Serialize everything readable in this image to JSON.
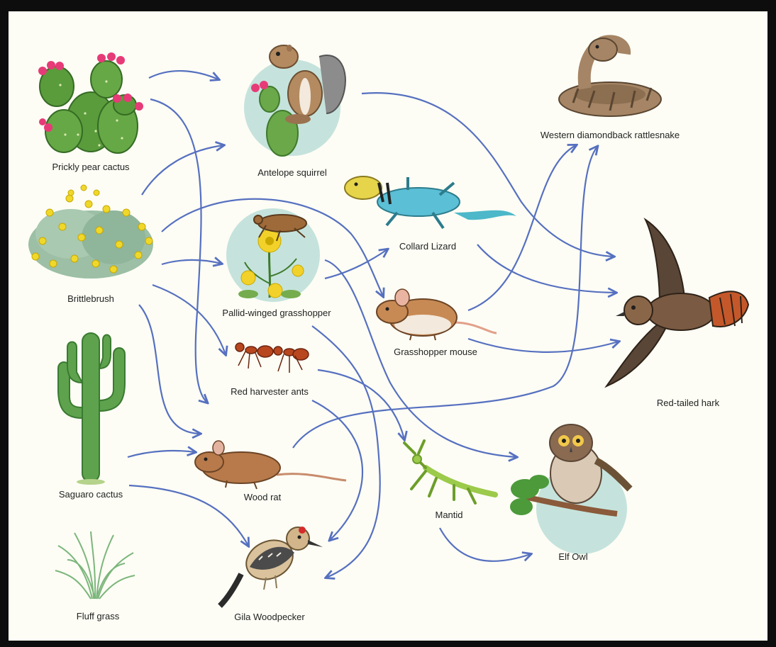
{
  "organisms": {
    "prickly_pear_cactus": "Prickly pear cactus",
    "brittlebrush": "Brittlebrush",
    "saguaro_cactus": "Saguaro cactus",
    "fluff_grass": "Fluff grass",
    "antelope_squirrel": "Antelope squirrel",
    "pallid_winged_grasshopper": "Pallid-winged grasshopper",
    "red_harvester_ants": "Red harvester ants",
    "wood_rat": "Wood rat",
    "gila_woodpecker": "Gila Woodpecker",
    "collard_lizard": "Collard Lizard",
    "grasshopper_mouse": "Grasshopper mouse",
    "mantid": "Mantid",
    "western_diamondback_rattlesnake": "Western diamondback rattlesnake",
    "red_tailed_hark": "Red-tailed hark",
    "elf_owl": "Elf Owl"
  },
  "colors": {
    "arrow": "#5670c0",
    "panel": "#fdfdf5",
    "frame": "#0d0d0d"
  }
}
